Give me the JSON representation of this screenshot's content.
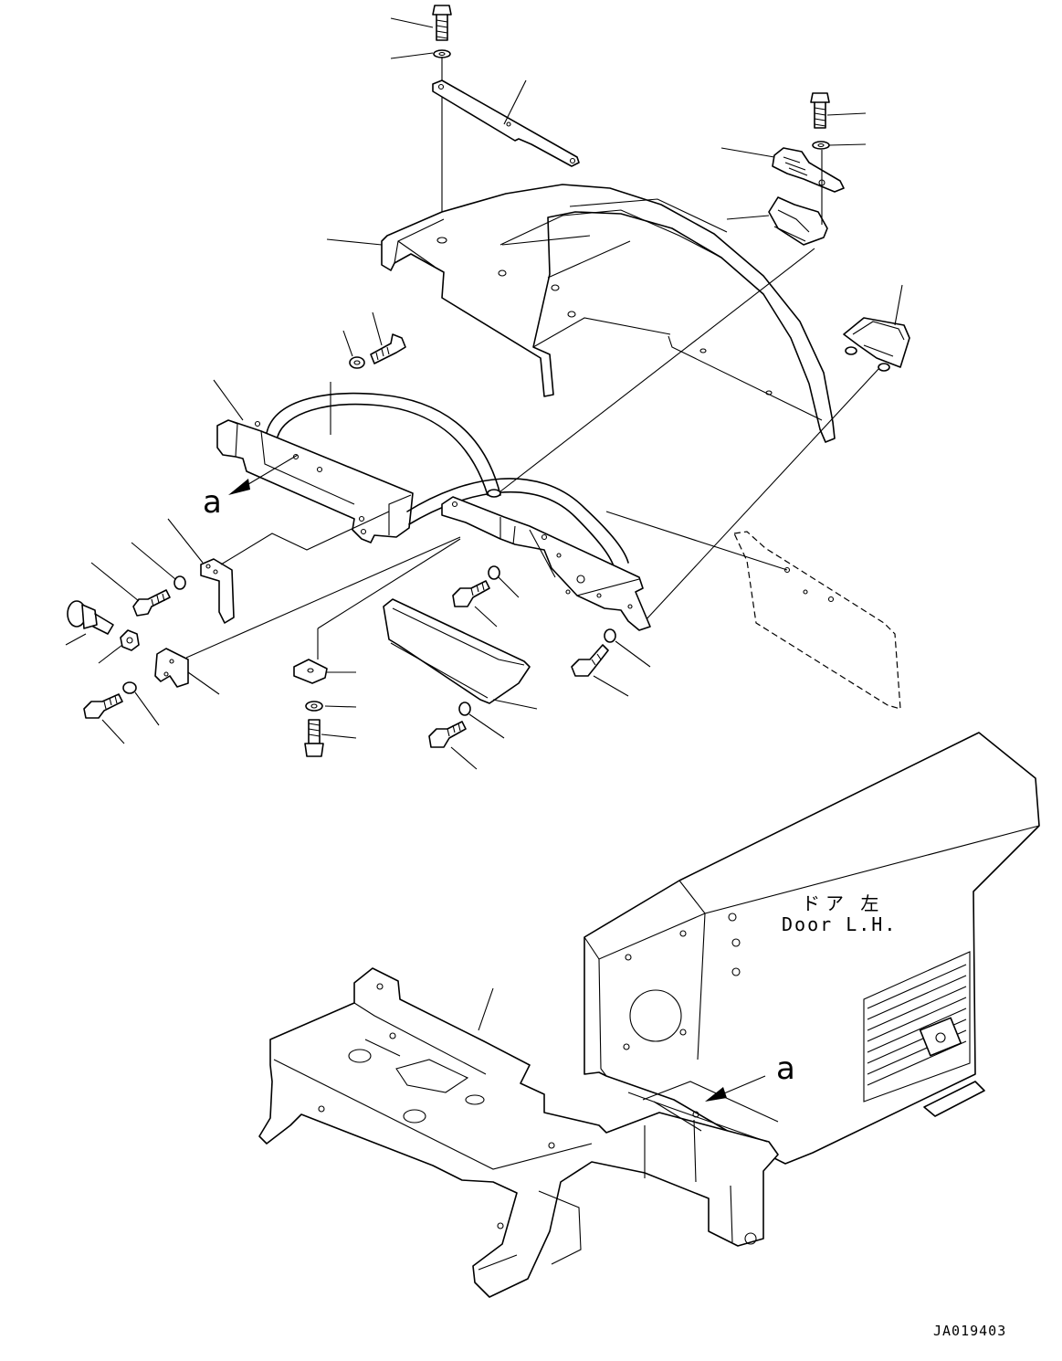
{
  "diagram": {
    "callout_letter_upper": "a",
    "callout_letter_lower": "a",
    "door_label_jp": "ドア 左",
    "door_label_en": "Door L.H.",
    "drawing_reference": "JA019403"
  }
}
